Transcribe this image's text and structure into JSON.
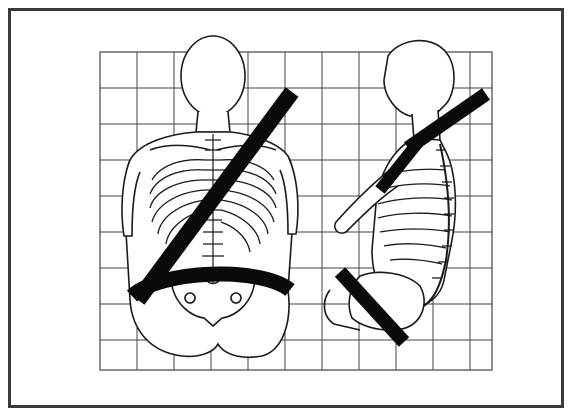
{
  "figure": {
    "subject": "seat-belt-positioning-illustration",
    "frame_color": "#3a3a3a",
    "line_color": "#1a1a1a",
    "belt_color": "#0a0a0a",
    "icons": [
      "front-view-skeleton",
      "side-view-skeleton",
      "shoulder-belt",
      "lap-belt",
      "grid"
    ]
  }
}
